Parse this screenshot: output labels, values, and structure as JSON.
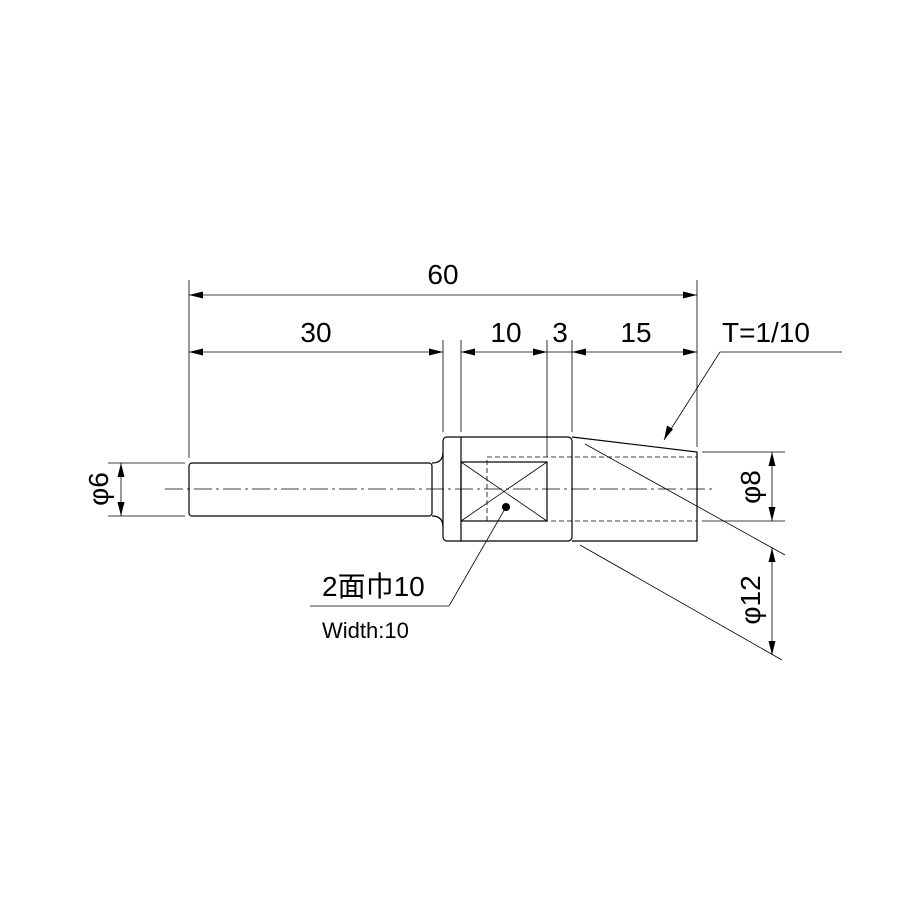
{
  "dimensions": {
    "overall_length": "60",
    "shank_length": "30",
    "flat_length": "10",
    "gap_length": "3",
    "taper_length": "15",
    "taper_ratio": "T=1/10",
    "shank_diameter": "φ6",
    "tip_diameter": "φ8",
    "body_diameter": "φ12"
  },
  "callout": {
    "flats_jp": "2面巾10",
    "flats_en": "Width:10"
  }
}
